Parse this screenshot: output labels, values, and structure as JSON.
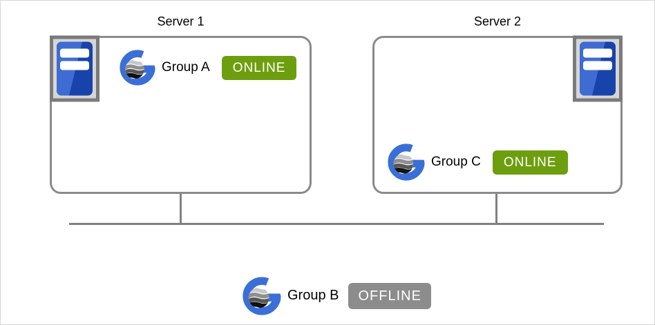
{
  "diagram": {
    "servers": [
      {
        "label": "Server 1",
        "group": {
          "name": "Group A",
          "status": "ONLINE"
        }
      },
      {
        "label": "Server 2",
        "group": {
          "name": "Group C",
          "status": "ONLINE"
        }
      }
    ],
    "offline_group": {
      "name": "Group B",
      "status": "OFFLINE"
    },
    "colors": {
      "status_online": "#6d9e0e",
      "status_offline": "#8c8c8c",
      "box_border": "#8a8a8a",
      "connector_line": "#808080",
      "logo_blue": "#3a6fd8",
      "server_icon_blue_light": "#3f6cd3",
      "server_icon_blue_dark": "#1843ab",
      "server_icon_frame": "#d6d6d6"
    },
    "icons": {
      "server": "server-tower-icon",
      "group": "globe-g-logo-icon"
    }
  }
}
